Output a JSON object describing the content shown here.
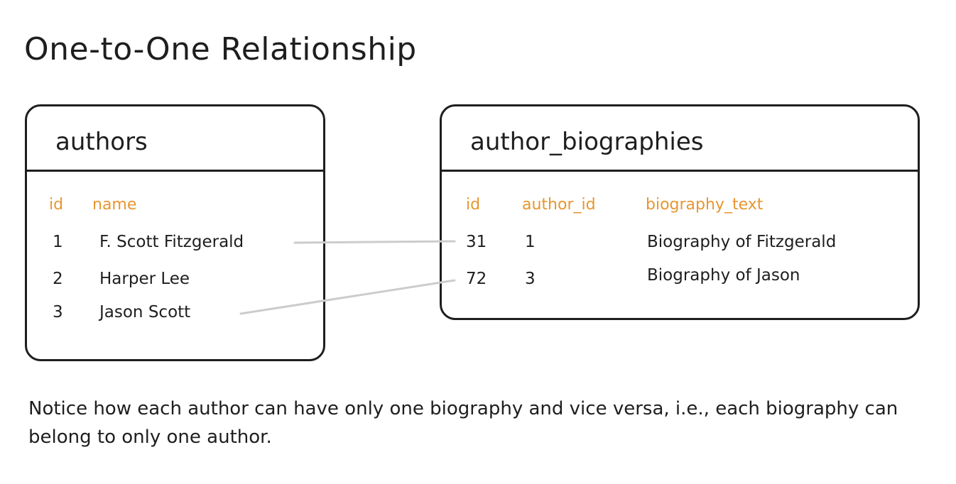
{
  "title": "One-to-One Relationship",
  "authors": {
    "name": "authors",
    "columns": [
      "id",
      "name"
    ],
    "rows": [
      {
        "id": "1",
        "name": "F. Scott Fitzgerald"
      },
      {
        "id": "2",
        "name": "Harper Lee"
      },
      {
        "id": "3",
        "name": "Jason Scott"
      }
    ]
  },
  "author_biographies": {
    "name": "author_biographies",
    "columns": [
      "id",
      "author_id",
      "biography_text"
    ],
    "rows": [
      {
        "id": "31",
        "author_id": "1",
        "biography_text": "Biography of Fitzgerald"
      },
      {
        "id": "72",
        "author_id": "3",
        "biography_text": "Biography of Jason"
      }
    ]
  },
  "note": "Notice how each author can have only one biography and vice versa, i.e., each biography can belong to only one author.",
  "colors": {
    "header_text": "#e8962f",
    "border": "#1e1e1e",
    "connector": "#cccccc"
  }
}
